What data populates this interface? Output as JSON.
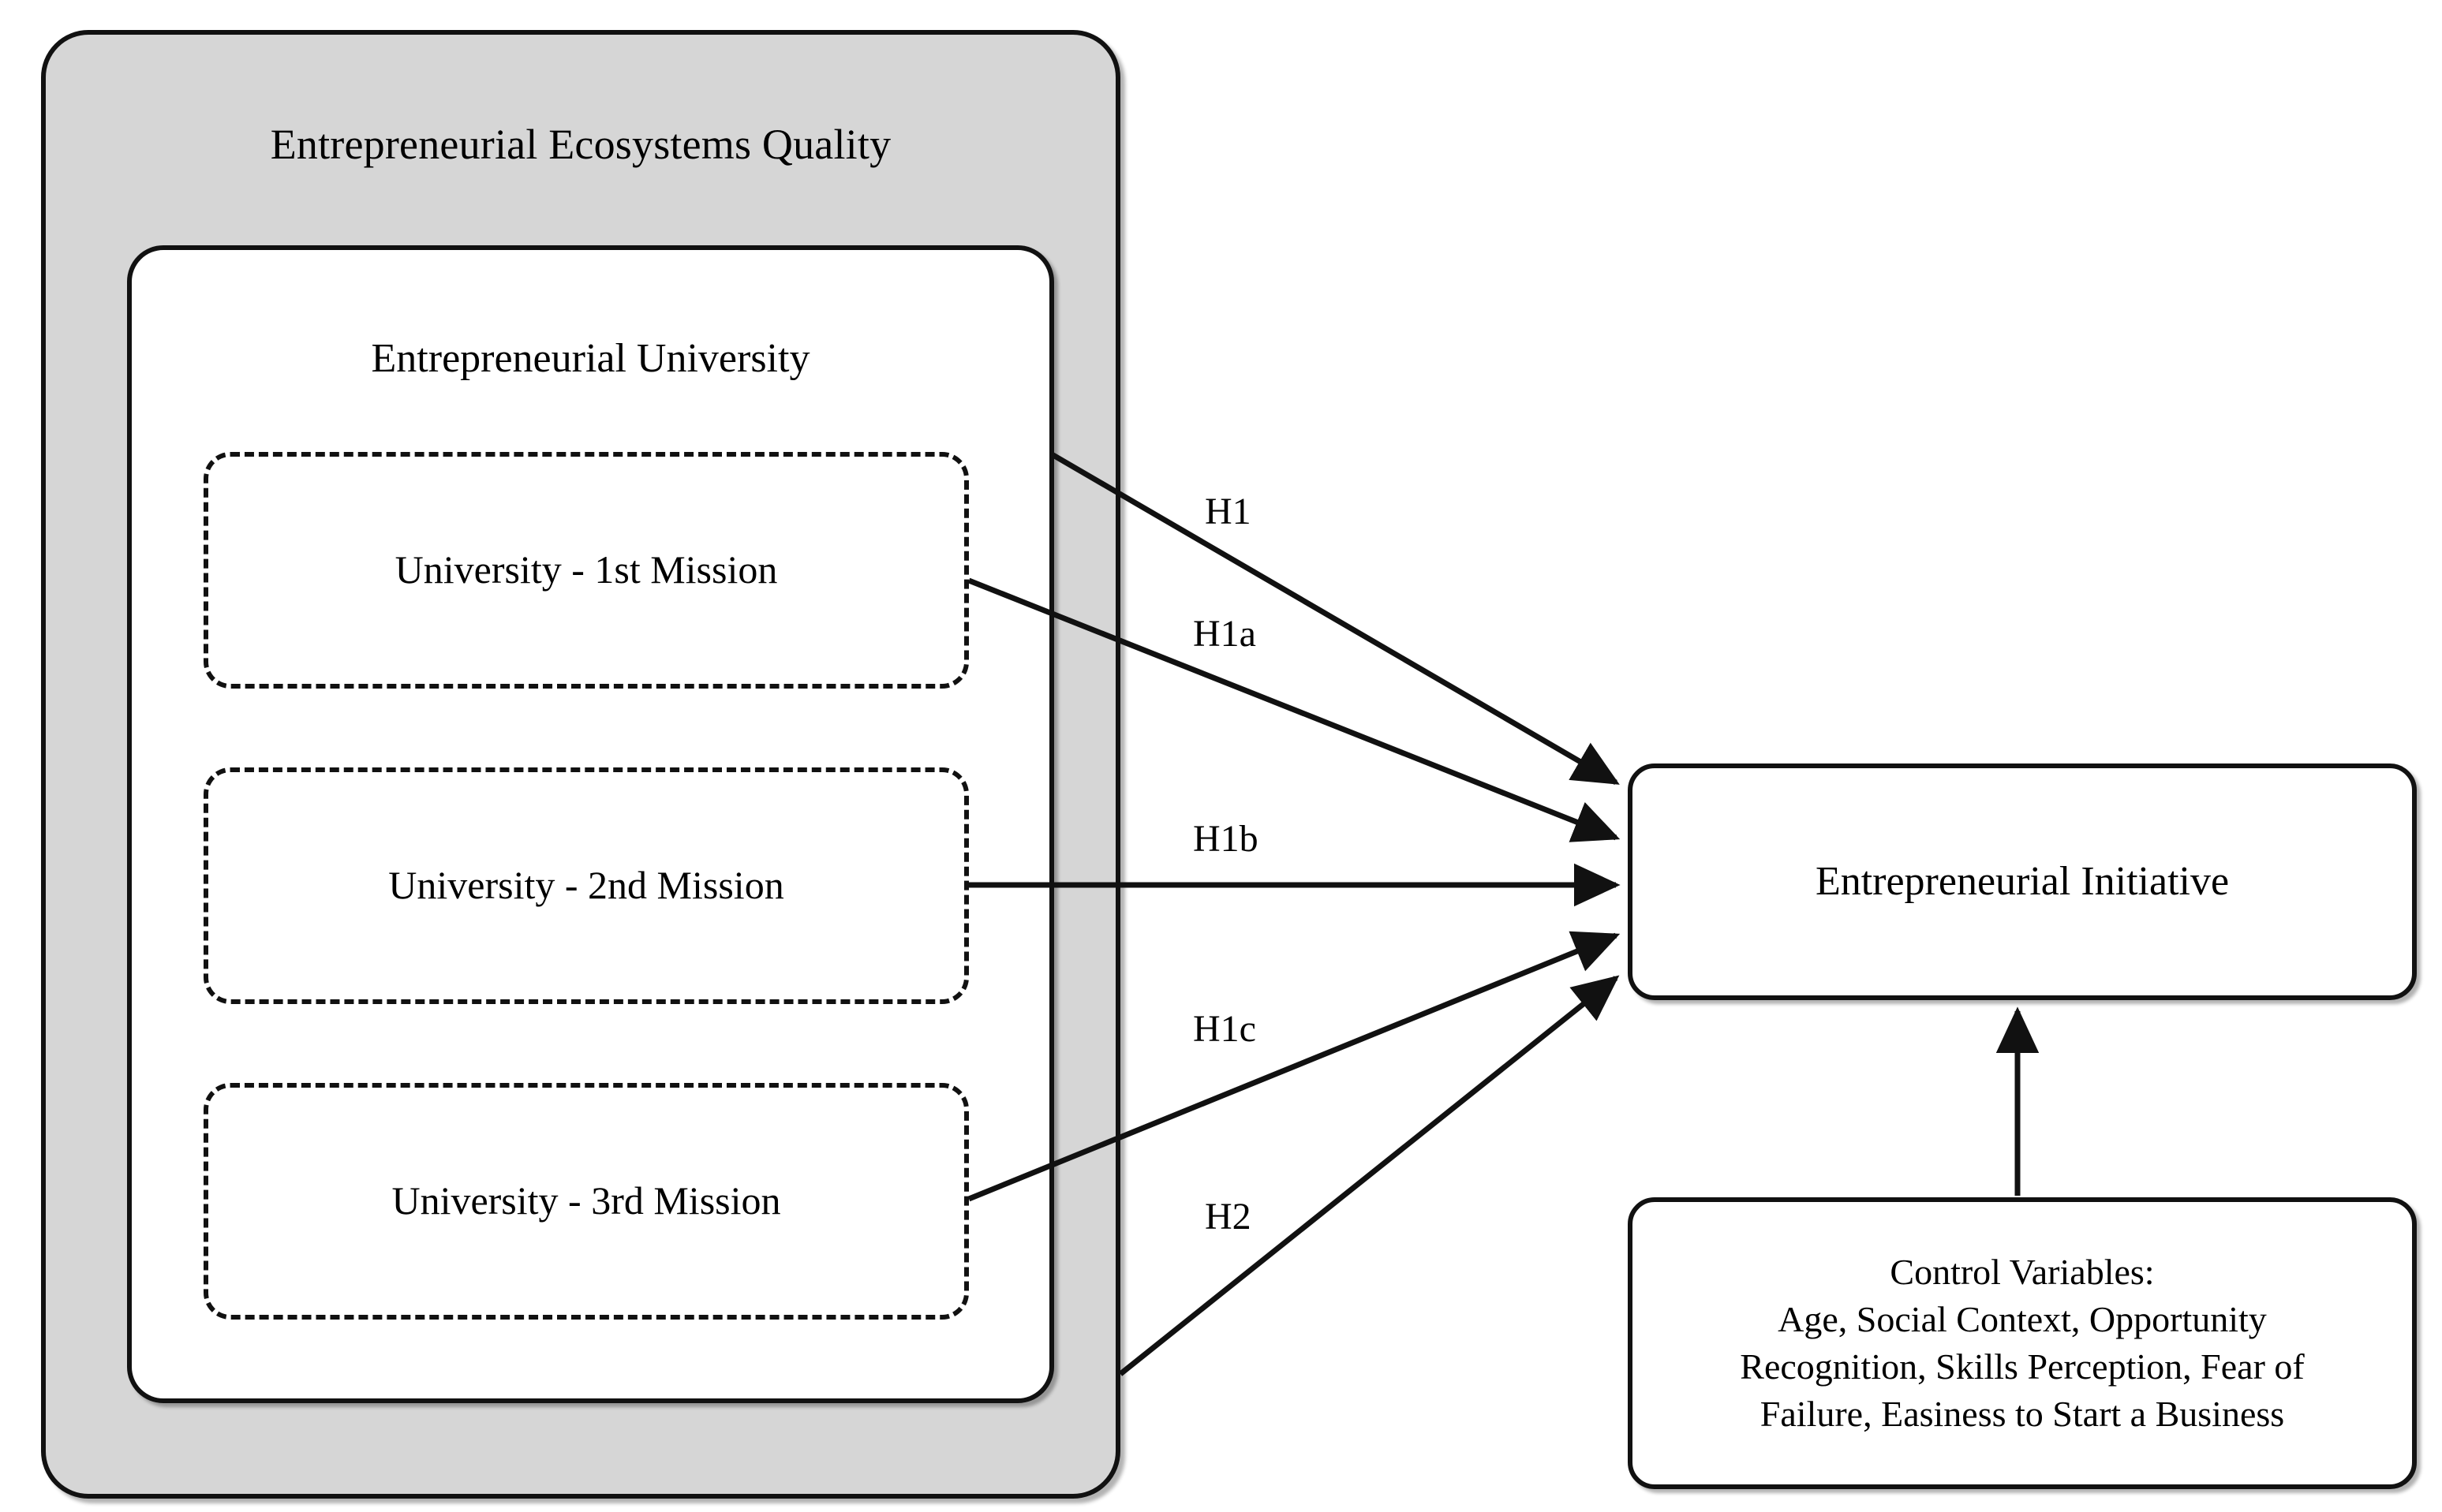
{
  "diagram": {
    "title": "Entrepreneurial Ecosystems Quality",
    "type": "conceptual-research-model"
  },
  "ecosystem": {
    "label": "Entrepreneurial Ecosystems Quality",
    "fill_color": "#d6d6d6",
    "border_color": "#111111"
  },
  "university": {
    "label": "Entrepreneurial University",
    "fill_color": "#ffffff",
    "border_color": "#111111",
    "missions": [
      {
        "label": "University - 1st Mission"
      },
      {
        "label": "University - 2nd Mission"
      },
      {
        "label": "University - 3rd Mission"
      }
    ]
  },
  "outcome": {
    "label": "Entrepreneurial Initiative",
    "fill_color": "#ffffff",
    "border_color": "#111111"
  },
  "controls": {
    "heading": "Control Variables:",
    "text": "Control Variables:\nAge, Social Context, Opportunity\nRecognition, Skills Perception, Fear of\nFailure, Easiness to Start a Business",
    "items": [
      "Age",
      "Social Context",
      "Opportunity Recognition",
      "Skills Perception",
      "Fear of Failure",
      "Easiness to Start a Business"
    ]
  },
  "hypotheses": [
    {
      "id": "H1",
      "label": "H1",
      "from": "Entrepreneurial University",
      "to": "Entrepreneurial Initiative"
    },
    {
      "id": "H1a",
      "label": "H1a",
      "from": "University - 1st Mission",
      "to": "Entrepreneurial Initiative"
    },
    {
      "id": "H1b",
      "label": "H1b",
      "from": "University - 2nd Mission",
      "to": "Entrepreneurial Initiative"
    },
    {
      "id": "H1c",
      "label": "H1c",
      "from": "University - 3rd Mission",
      "to": "Entrepreneurial Initiative"
    },
    {
      "id": "H2",
      "label": "H2",
      "from": "Entrepreneurial Ecosystems Quality",
      "to": "Entrepreneurial Initiative"
    }
  ],
  "control_link": {
    "from": "Control Variables",
    "to": "Entrepreneurial Initiative"
  }
}
